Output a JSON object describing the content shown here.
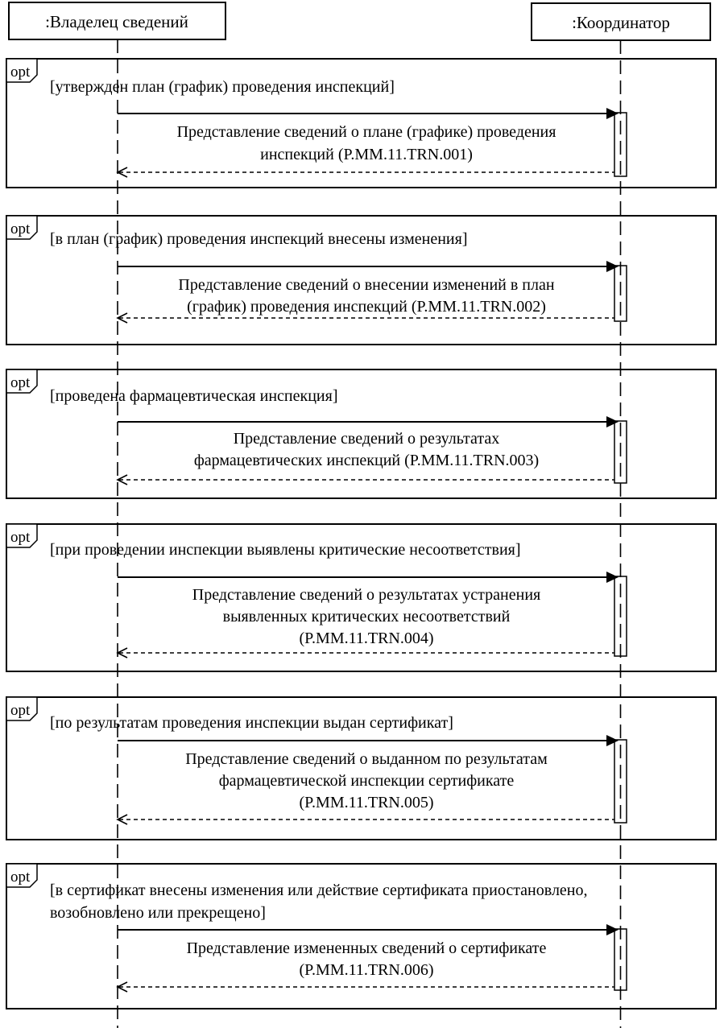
{
  "diagram": {
    "kind": "uml-sequence-diagram",
    "colors": {
      "line": "#000000",
      "background": "#ffffff"
    },
    "actors": [
      {
        "name": ":Владелец сведений"
      },
      {
        "name": ":Координатор"
      }
    ],
    "fragments": [
      {
        "operator": "opt",
        "guard_lines": [
          "[утвержден план (график) проведения инспекций]"
        ],
        "message_lines": [
          "Представление сведений о плане (графике) проведения",
          "инспекций (P.MM.11.TRN.001)"
        ]
      },
      {
        "operator": "opt",
        "guard_lines": [
          "[в план (график) проведения инспекций внесены изменения]"
        ],
        "message_lines": [
          "Представление сведений о внесении изменений в план",
          "(график) проведения инспекций (P.MM.11.TRN.002)"
        ]
      },
      {
        "operator": "opt",
        "guard_lines": [
          "[проведена фармацевтическая инспекция]"
        ],
        "message_lines": [
          "Представление сведений о результатах",
          "фармацевтических инспекций (P.MM.11.TRN.003)"
        ]
      },
      {
        "operator": "opt",
        "guard_lines": [
          "[при проведении инспекции выявлены критические несоответствия]"
        ],
        "message_lines": [
          "Представление сведений о результатах устранения",
          "выявленных критических несоответствий",
          "(P.MM.11.TRN.004)"
        ]
      },
      {
        "operator": "opt",
        "guard_lines": [
          "[по результатам проведения инспекции выдан сертификат]"
        ],
        "message_lines": [
          "Представление сведений о выданном по результатам",
          "фармацевтической инспекции сертификате",
          "(P.MM.11.TRN.005)"
        ]
      },
      {
        "operator": "opt",
        "guard_lines": [
          "[в сертификат внесены изменения или действие сертификата приостановлено,",
          "возобновлено или прекрещено]"
        ],
        "message_lines": [
          "Представление измененных сведений о сертификате",
          "(P.MM.11.TRN.006)"
        ]
      }
    ]
  }
}
